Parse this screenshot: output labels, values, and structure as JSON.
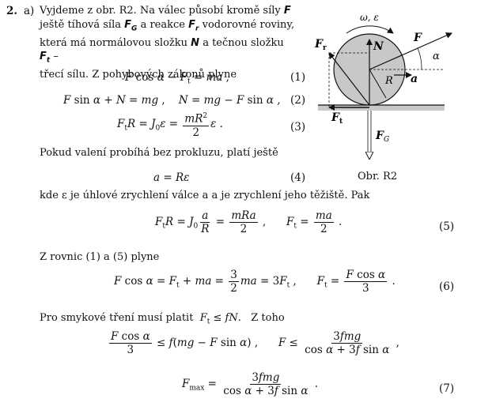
{
  "problem": {
    "number": "2.",
    "part": "a)",
    "intro": [
      "Vyjdeme z obr. R2. Na válec působí kromě síly",
      "ještě tíhová síla",
      "a reakce",
      "vodorovné roviny,",
      "která má normálovou složku",
      "a tečnou složku",
      "–",
      "třecí sílu. Z pohybových zákonů plyne"
    ],
    "rolling_text": "Pokud valení probíhá bez prokluzu, platí ještě",
    "where_text": "kde ε je úhlové zrychlení válce a a je zrychlení jeho těžiště. Pak",
    "from_text": "Z rovnic (1) a (5) plyne",
    "friction_text": "Pro smykové tření musí platit",
    "hence": "Z toho"
  },
  "equations": {
    "n1": "(1)",
    "n2": "(2)",
    "n3": "(3)",
    "n4": "(4)",
    "n5": "(5)",
    "n6": "(6)",
    "n7": "(7)"
  },
  "figure": {
    "caption": "Obr. R2",
    "labels": {
      "omega": "ω, ε",
      "F": "F",
      "Fr": "F",
      "N": "N",
      "alpha": "α",
      "R": "R",
      "a": "a",
      "Ft": "F",
      "FG": "F"
    },
    "subscripts": {
      "r": "r",
      "t": "t",
      "G": "G"
    }
  }
}
